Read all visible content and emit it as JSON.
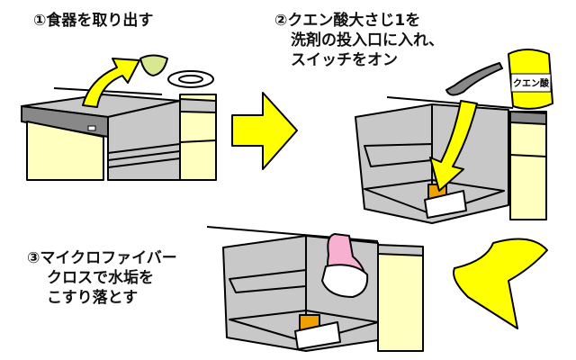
{
  "steps": [
    {
      "number": "①",
      "lines": [
        "食器を取り出す"
      ]
    },
    {
      "number": "②",
      "lines": [
        "クエン酸大さじ1を",
        "洗剤の投入口に入れ、",
        "スイッチをオン"
      ]
    },
    {
      "number": "③",
      "lines": [
        "マイクロファイバー",
        "クロスで水垢を",
        "こすり落とす"
      ]
    }
  ],
  "package_label": "クエン酸",
  "colors": {
    "arrow": "#ffff00",
    "cabinet": "#ffffc0",
    "panel": "#c8c8c8",
    "panel_dark": "#888888",
    "glove": "#f8b0d0",
    "detergent": "#f0a000",
    "bowl": "#d8e890",
    "outline": "#000000"
  }
}
